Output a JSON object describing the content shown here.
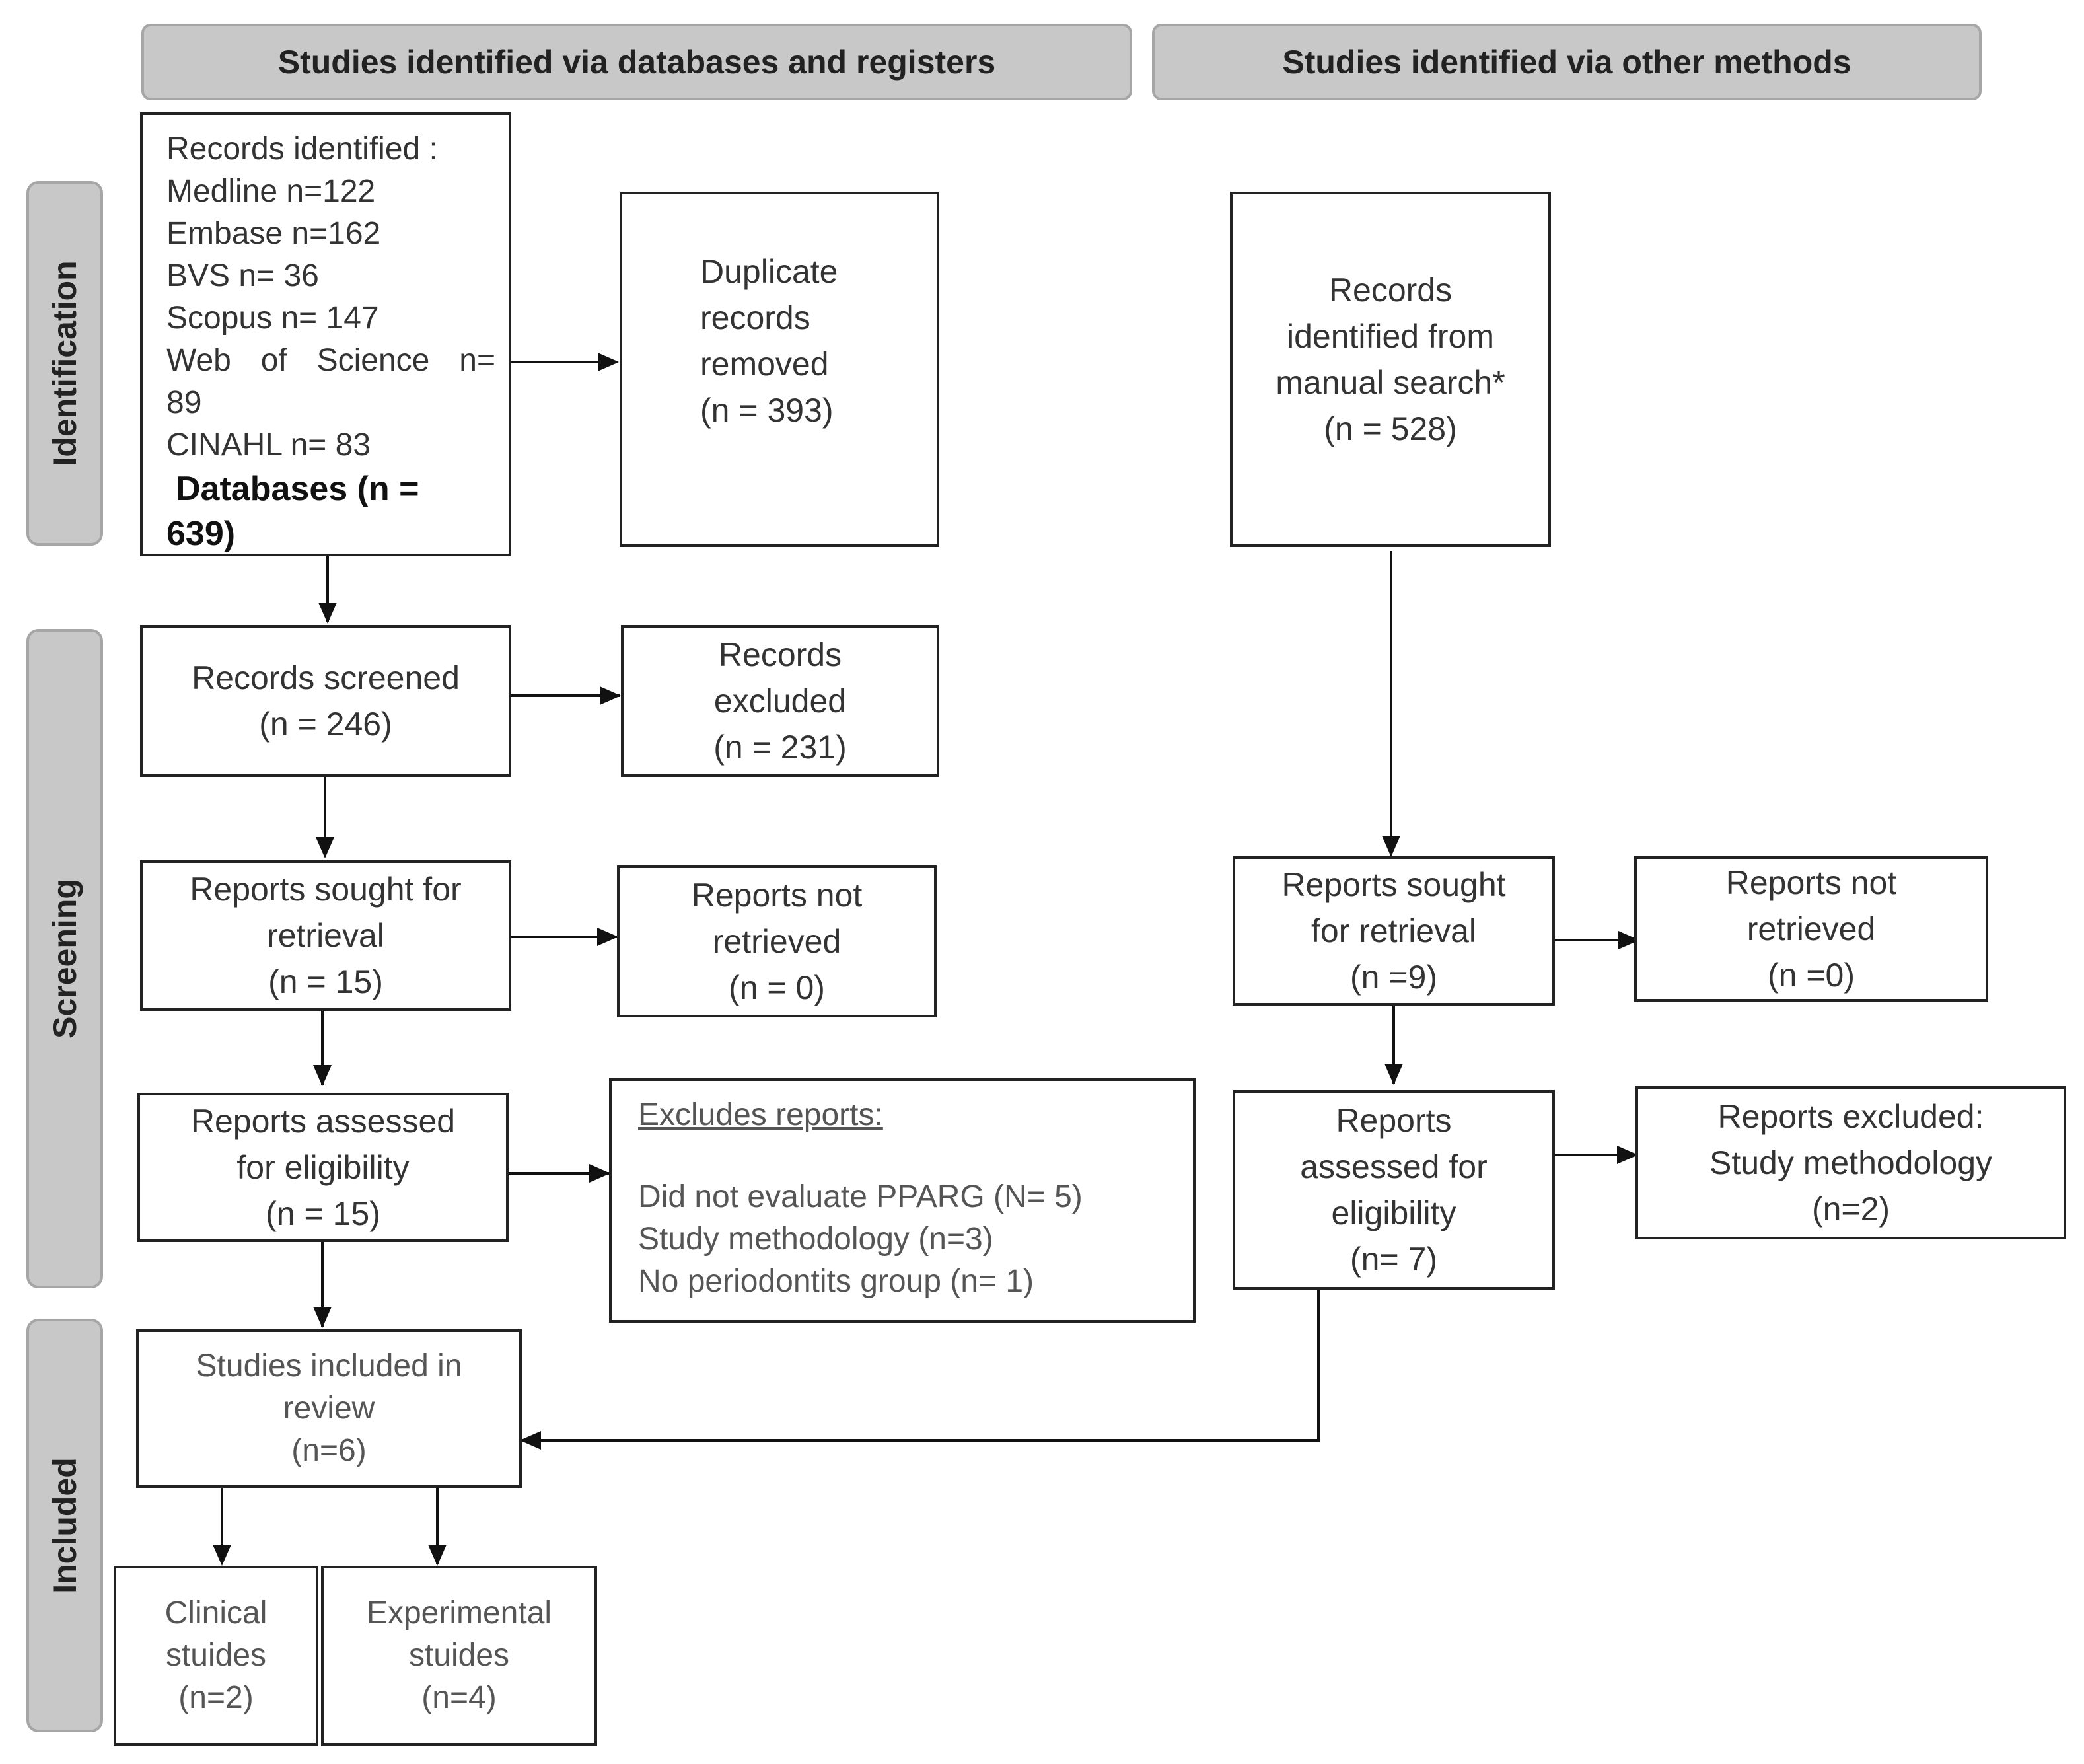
{
  "headers": {
    "databases": "Studies identified via databases and registers",
    "other": "Studies identified via other methods"
  },
  "phases": {
    "identification": "Identification",
    "screening": "Screening",
    "included": "Included"
  },
  "db_records": {
    "line1": "Records identified :",
    "line2": "Medline n=122",
    "line3": "Embase n=162",
    "line4": "BVS n= 36",
    "line5": "Scopus n= 147",
    "line6_words": [
      "Web",
      "of",
      "Science",
      "n="
    ],
    "line7": "89",
    "line8": "CINAHL n= 83",
    "total_line1": "Databases (n =",
    "total_line2": "639)"
  },
  "duplicates": [
    "Duplicate",
    "records",
    "removed",
    "(n = 393)"
  ],
  "manual": [
    "Records",
    "identified from",
    "manual search*",
    "(n = 528)"
  ],
  "screened": [
    "Records screened",
    "(n = 246)"
  ],
  "records_excluded": [
    "Records",
    "excluded",
    "(n = 231)"
  ],
  "sought_db": [
    "Reports sought for",
    "retrieval",
    "(n = 15)"
  ],
  "not_retrieved_db": [
    "Reports not",
    "retrieved",
    "(n = 0)"
  ],
  "sought_other": [
    "Reports sought",
    "for retrieval",
    "(n =9)"
  ],
  "not_retrieved_other": [
    "Reports not",
    "retrieved",
    "(n =0)"
  ],
  "assessed_db": [
    "Reports assessed",
    "for eligibility",
    "(n = 15)"
  ],
  "excludes_db": {
    "title": "Excludes reports:",
    "items": [
      "Did not evaluate PPARG (N= 5)",
      "Study methodology (n=3)",
      "No periodontits group (n= 1)"
    ]
  },
  "assessed_other": [
    "Reports",
    "assessed for",
    "eligibility",
    "(n= 7)"
  ],
  "excluded_other": [
    "Reports excluded:",
    "Study methodology",
    "(n=2)"
  ],
  "included": [
    "Studies included in",
    "review",
    "(n=6)"
  ],
  "clinical": [
    "Clinical",
    "stuides",
    "(n=2)"
  ],
  "experimental": [
    "Experimental",
    "stuides",
    "(n=4)"
  ]
}
